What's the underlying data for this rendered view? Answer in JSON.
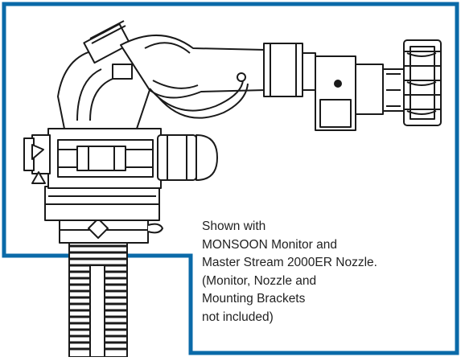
{
  "caption": {
    "lines": [
      "Shown with",
      "MONSOON Monitor and",
      "Master Stream 2000ER Nozzle.",
      "(Monitor, Nozzle and",
      "Mounting Brackets",
      "not included)"
    ]
  },
  "colors": {
    "frame": "#0a6aa8",
    "ink": "#1a1a1a",
    "fill": "#ffffff",
    "background": "#ffffff"
  }
}
